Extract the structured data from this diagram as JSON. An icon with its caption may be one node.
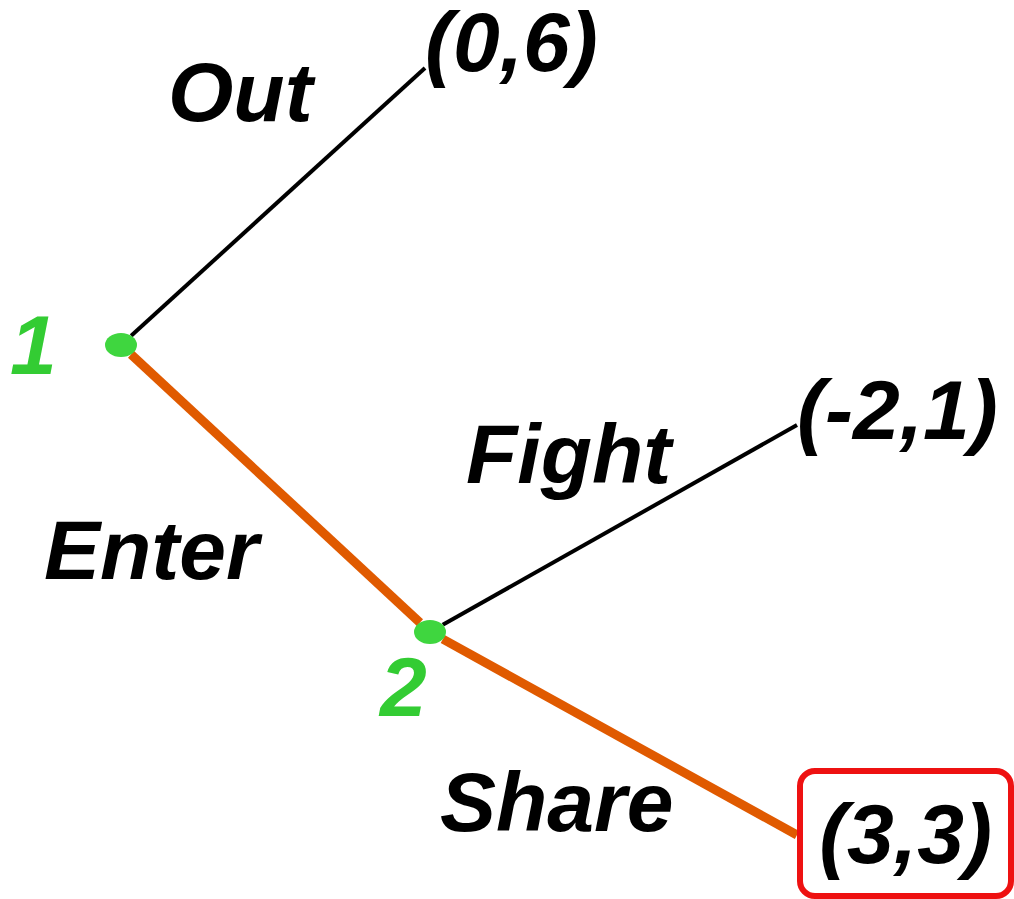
{
  "diagram": {
    "nodes": [
      {
        "text": [],
        "shape": "circle",
        "beside": [
          "1"
        ]
      },
      {
        "text": [
          "(0,6)"
        ]
      },
      {
        "text": [],
        "shape": "circle",
        "beside": [
          "2"
        ]
      },
      {
        "text": [
          "(-2,1)"
        ]
      },
      {
        "text": [
          "(3,3)"
        ]
      }
    ],
    "edges": [
      {
        "from": 0,
        "to": 1,
        "arrow": "none",
        "label": "Out"
      },
      {
        "from": 0,
        "to": 2,
        "arrow": "none",
        "label": "Enter",
        "style": "thick",
        "color": "#e05a00"
      },
      {
        "from": 2,
        "to": 3,
        "arrow": "none",
        "label": "Fight"
      },
      {
        "from": 2,
        "to": 4,
        "arrow": "none",
        "label": "Share",
        "style": "thick",
        "color": "#e05a00"
      }
    ]
  }
}
